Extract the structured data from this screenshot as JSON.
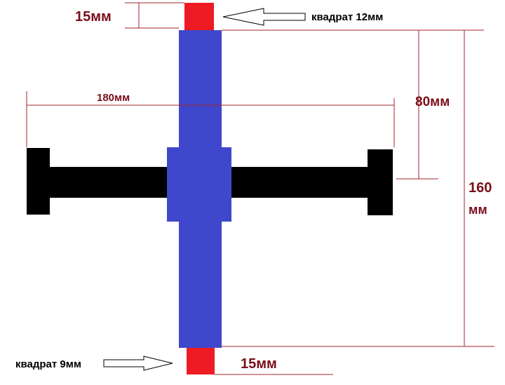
{
  "labels": {
    "top_length": "15мм",
    "top_square": "квадрат 12мм",
    "width": "180мм",
    "half_height": "80мм",
    "total_height_value": "160",
    "total_height_unit": "мм",
    "bottom_length": "15мм",
    "bottom_square": "квадрат 9мм"
  },
  "colors": {
    "shaft": "#3f48cc",
    "square_ends": "#ed1c24",
    "crossbar": "#000000",
    "dimension_lines": "#a3262b",
    "dimension_text": "#7a0e1a"
  }
}
